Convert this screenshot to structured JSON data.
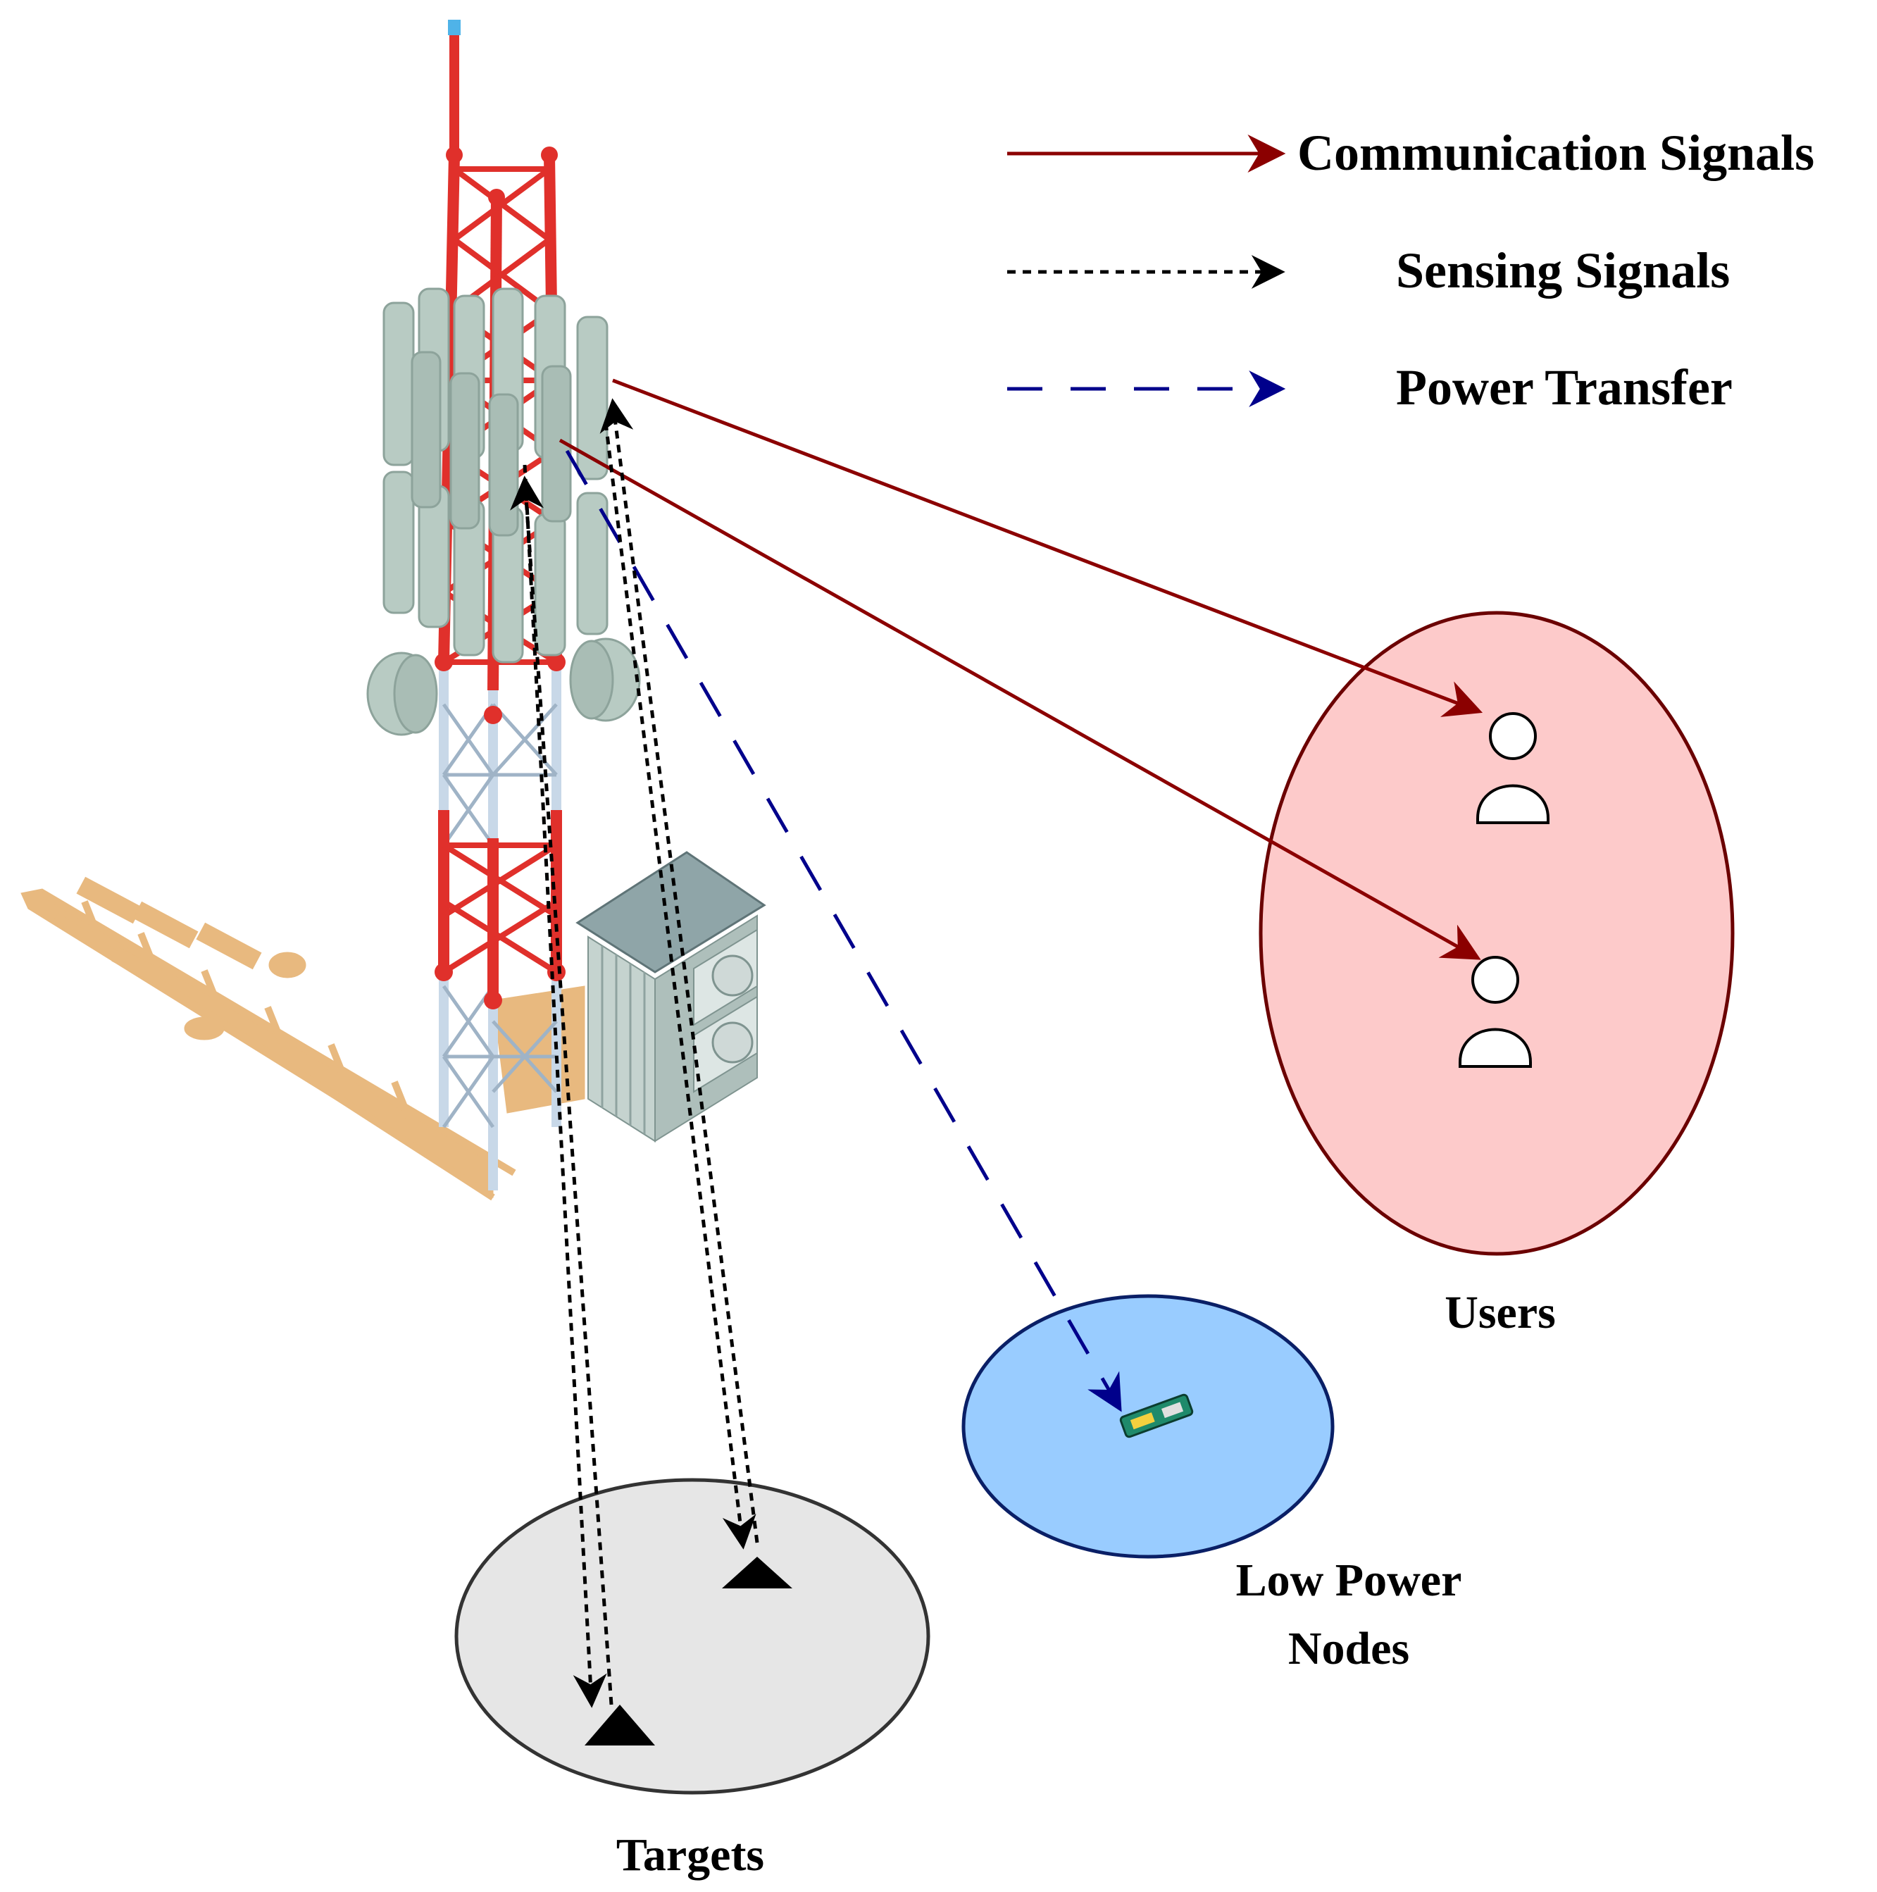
{
  "legend": {
    "communication": {
      "label": "Communication Signals",
      "color": "#8b0000"
    },
    "sensing": {
      "label": "Sensing Signals",
      "color": "#000000"
    },
    "power": {
      "label": "Power Transfer",
      "color": "#00008b"
    }
  },
  "regions": {
    "users": {
      "label": "Users",
      "fill": "#fdcaca",
      "stroke": "#6b0000"
    },
    "low_power": {
      "label_line1": "Low Power",
      "label_line2": "Nodes",
      "fill": "#99ccff",
      "stroke": "#0a1f66"
    },
    "targets": {
      "label": "Targets",
      "fill": "#e6e6e6",
      "stroke": "#333333"
    }
  },
  "colors": {
    "tower_red": "#e0302b",
    "tower_steel": "#c8d8e8",
    "antenna_panel": "#b8cbc3",
    "shadow": "#e8b97f",
    "cabinet": "#c5d3cf",
    "cabinet_roof": "#8fa5a8"
  }
}
